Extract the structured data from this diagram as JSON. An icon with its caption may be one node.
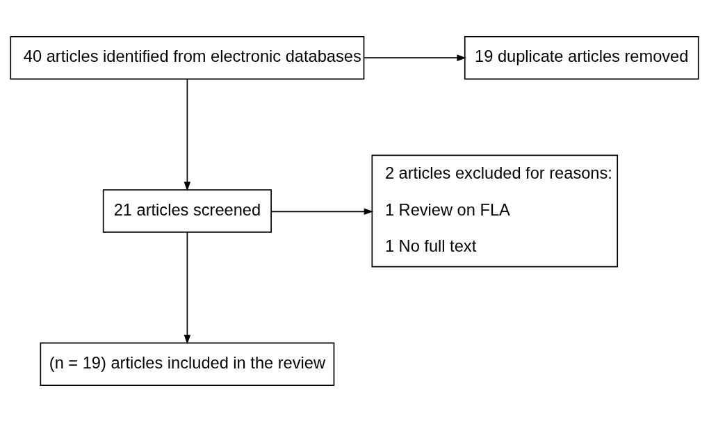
{
  "diagram": {
    "nodes": [
      {
        "text": [
          "40 articles identified from electronic databases"
        ]
      },
      {
        "text": [
          "19 duplicate articles removed"
        ]
      },
      {
        "text": [
          "21 articles screened"
        ]
      },
      {
        "text": [
          "2 articles excluded for reasons:",
          "1 Review on FLA",
          "1 No full text"
        ]
      },
      {
        "text": [
          "(n = 19) articles included in the review"
        ]
      }
    ],
    "edges": [
      {
        "from": 0,
        "to": 1,
        "arrow": "to"
      },
      {
        "from": 0,
        "to": 2,
        "arrow": "to"
      },
      {
        "from": 2,
        "to": 3,
        "arrow": "to"
      },
      {
        "from": 2,
        "to": 4,
        "arrow": "to"
      }
    ]
  }
}
